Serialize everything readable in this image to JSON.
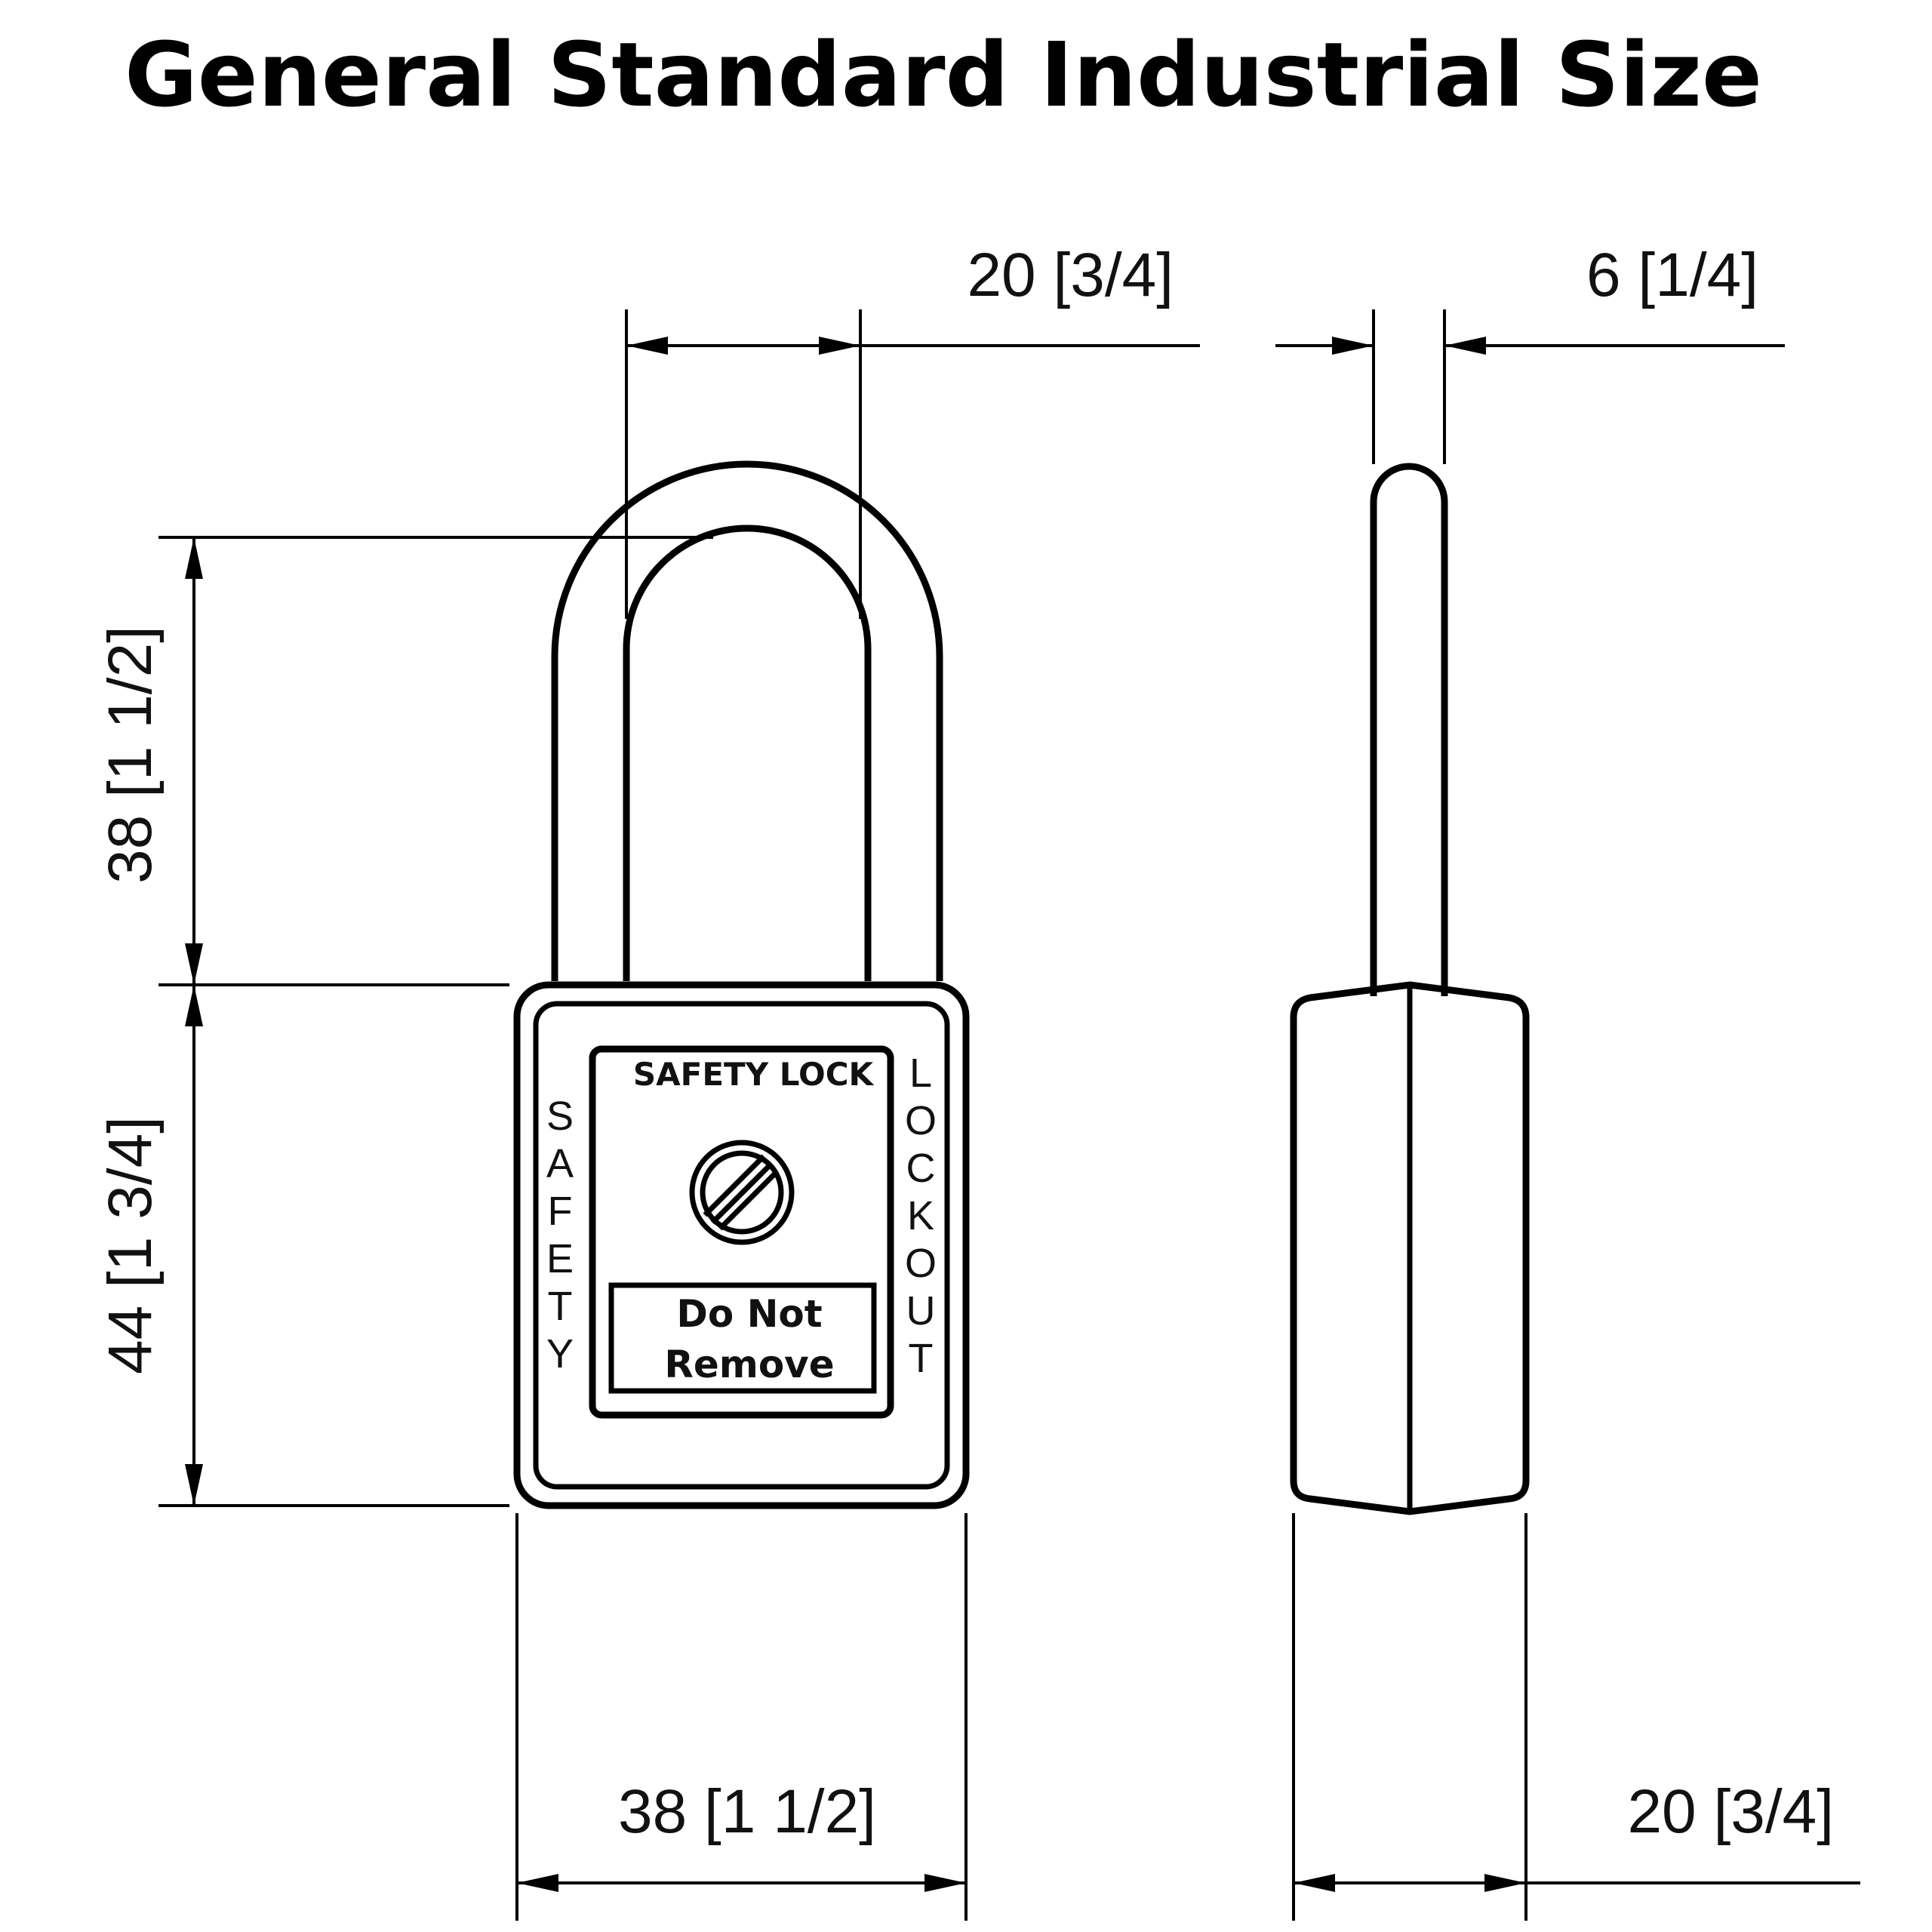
{
  "title": "General Standard Industrial Size",
  "dimensions": {
    "shackle_width": "20 [3/4]",
    "shackle_thickness": "6 [1/4]",
    "shackle_height": "38 [1 1/2]",
    "body_height": "44 [1 3/4]",
    "body_width": "38 [1 1/2]",
    "body_depth": "20 [3/4]"
  },
  "label": {
    "heading": "SAFETY LOCK",
    "left_vertical": [
      "S",
      "A",
      "F",
      "E",
      "T",
      "Y"
    ],
    "right_vertical": [
      "L",
      "O",
      "C",
      "K",
      "O",
      "U",
      "T"
    ],
    "tag_line1": "Do Not",
    "tag_line2": "Remove"
  },
  "icons": {
    "prohibition": "prohibition-icon"
  },
  "colors": {
    "line": "#000000",
    "background": "#ffffff"
  }
}
